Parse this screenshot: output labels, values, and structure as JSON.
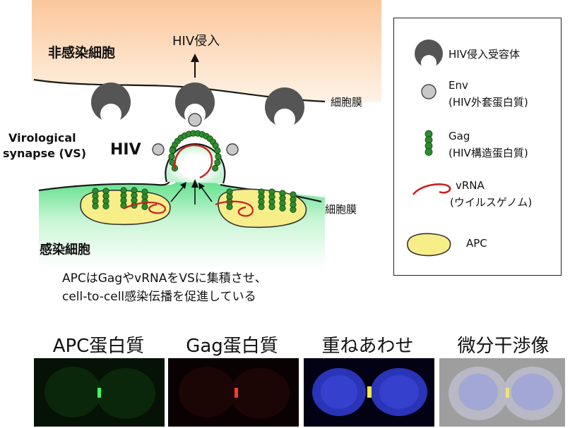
{
  "diagram": {
    "uninfected_label": "非感染細胞",
    "infected_label": "感染細胞",
    "hiv_entry_label": "HIV侵入",
    "membrane_label_top": "細胞膜",
    "membrane_label_bottom": "細胞膜",
    "vs_label_line1": "Virological",
    "vs_label_line2": "synapse (VS)",
    "hiv_label": "HIV",
    "caption_line1": "APCはGagやvRNAをVSに集積させ、",
    "caption_line2": "cell-to-cell感染伝播を促進している"
  },
  "legend": {
    "items": [
      {
        "icon": "receptor-icon",
        "line1": "HIV侵入受容体",
        "line2": ""
      },
      {
        "icon": "env-icon",
        "line1": "Env",
        "line2": "(HIV外套蛋白質)"
      },
      {
        "icon": "gag-icon",
        "line1": "Gag",
        "line2": "(HIV構造蛋白質)"
      },
      {
        "icon": "vrna-icon",
        "line1": "vRNA",
        "line2": "(ウイルスゲノム)"
      },
      {
        "icon": "apc-icon",
        "line1": "APC",
        "line2": ""
      }
    ]
  },
  "micrographs": [
    {
      "title": "APC蛋白質"
    },
    {
      "title": "Gag蛋白質"
    },
    {
      "title": "重ねあわせ"
    },
    {
      "title": "微分干渉像"
    }
  ],
  "colors": {
    "uninfected_cell": "#fbcfa6",
    "infected_cell": "#a8f0c0",
    "receptor": "#555555",
    "env": "#c8c8c8",
    "gag": "#2e8b2e",
    "vrna": "#cc1f1f",
    "apc": "#f7ee8a",
    "membrane": "#1a1a1a"
  }
}
